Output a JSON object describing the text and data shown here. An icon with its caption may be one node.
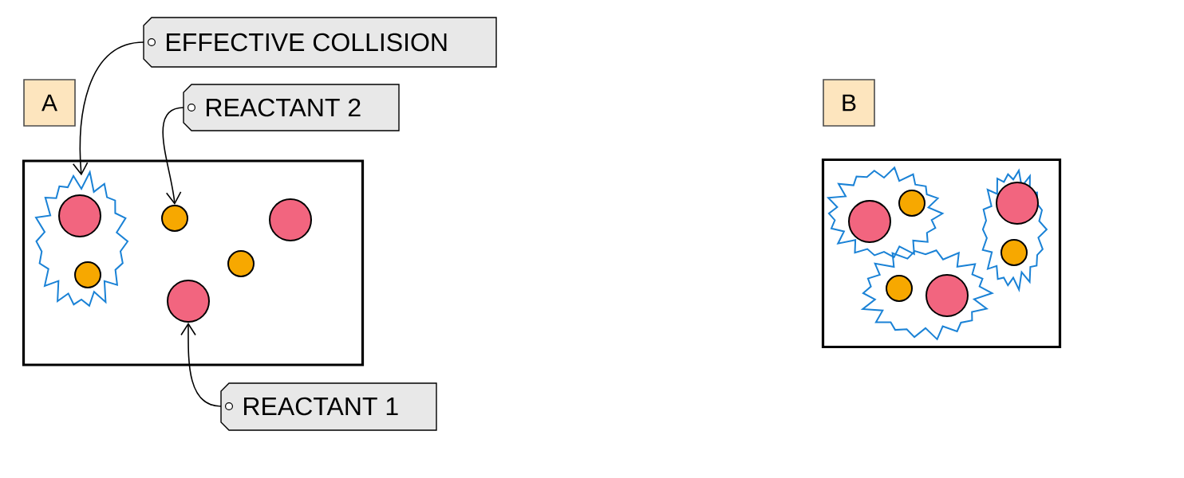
{
  "diagram": {
    "nodes": [
      {
        "text": [
          "A"
        ]
      },
      {
        "text": [],
        "shape": "box"
      },
      {
        "text": [],
        "shape": "cloud",
        "in": 1
      },
      {
        "text": [],
        "shape": "circle",
        "in": 2
      },
      {
        "text": [],
        "shape": "circle",
        "in": 2
      },
      {
        "text": [],
        "shape": "circle",
        "in": 1
      },
      {
        "text": [],
        "shape": "circle",
        "in": 1
      },
      {
        "text": [],
        "shape": "circle",
        "in": 1
      },
      {
        "text": [],
        "shape": "circle",
        "in": 1
      },
      {
        "text": [
          "EFFECTIVE COLLISION"
        ]
      },
      {
        "text": [
          "REACTANT 2"
        ]
      },
      {
        "text": [
          "REACTANT 1"
        ]
      },
      {
        "text": [
          "B"
        ]
      },
      {
        "text": [],
        "shape": "box"
      },
      {
        "text": [],
        "shape": "cloud",
        "in": 13
      },
      {
        "text": [],
        "shape": "circle",
        "in": 14
      },
      {
        "text": [],
        "shape": "circle",
        "in": 14
      },
      {
        "text": [],
        "shape": "cloud",
        "in": 13
      },
      {
        "text": [],
        "shape": "circle",
        "in": 17
      },
      {
        "text": [],
        "shape": "circle",
        "in": 17
      },
      {
        "text": [],
        "shape": "cloud",
        "in": 13
      },
      {
        "text": [],
        "shape": "circle",
        "in": 20
      },
      {
        "text": [],
        "shape": "circle",
        "in": 20
      }
    ],
    "edges": [
      {
        "from": 9,
        "to": 2,
        "arrow": "to"
      },
      {
        "from": 10,
        "to": 5,
        "arrow": "to"
      },
      {
        "from": 11,
        "to": 8,
        "arrow": "to"
      }
    ]
  }
}
